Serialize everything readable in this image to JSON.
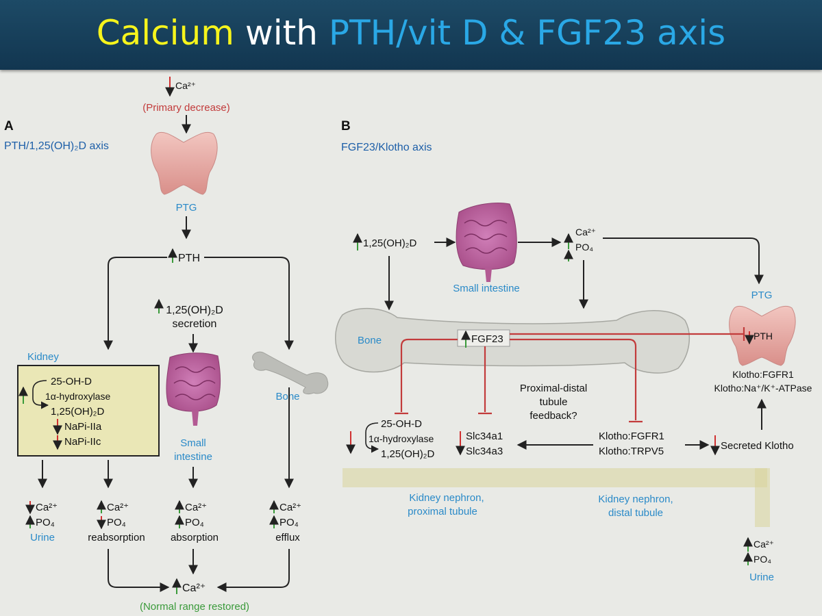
{
  "title": {
    "part1": "Calcium",
    "part2": "with",
    "part3": "PTH/vit D & FGF23 axis"
  },
  "colors": {
    "banner": "#1a4560",
    "title_yellow": "#f6f41c",
    "title_blue": "#2aa8e6",
    "label_blue": "#2a8ac8",
    "inhibit_red": "#c23b3b",
    "up_green": "#3a9a3a",
    "down_red": "#d03030"
  },
  "panel_a": {
    "letter": "A",
    "heading": "PTH/1,25(OH)₂D axis",
    "top_ca": "Ca²⁺",
    "primary_decrease": "(Primary decrease)",
    "ptg": "PTG",
    "pth": "PTH",
    "vitd_line1": "1,25(OH)₂D",
    "vitd_line2": "secretion",
    "kidney": "Kidney",
    "kidney_box": [
      "25-OH-D",
      "1α-hydroxylase",
      "1,25(OH)₂D",
      "NaPi-IIa",
      "NaPi-IIc"
    ],
    "small_intestine_1": "Small",
    "small_intestine_2": "intestine",
    "bone": "Bone",
    "ca": "Ca²⁺",
    "po4": "PO₄",
    "urine": "Urine",
    "reabsorption": "reabsorption",
    "absorption": "absorption",
    "efflux": "efflux",
    "bottom_ca": "Ca²⁺",
    "normal_restored": "(Normal range restored)"
  },
  "panel_b": {
    "letter": "B",
    "heading": "FGF23/Klotho axis",
    "vitd": "1,25(OH)₂D",
    "ca": "Ca²⁺",
    "po4": "PO₄",
    "small_intestine": "Small intestine",
    "ptg": "PTG",
    "pth": "PTH",
    "bone": "Bone",
    "fgf23": "FGF23",
    "klotho_fgfr1_ptg": "Klotho:FGFR1",
    "klotho_atpase": "Klotho:Na⁺/K⁺-ATPase",
    "prox_box": [
      "25-OH-D",
      "1α-hydroxylase",
      "1,25(OH)₂D"
    ],
    "slc1": "Slc34a1",
    "slc2": "Slc34a3",
    "feedback": [
      "Proximal-distal",
      "tubule",
      "feedback?"
    ],
    "klotho_fgfr1": "Klotho:FGFR1",
    "klotho_trpv5": "Klotho:TRPV5",
    "secreted_klotho": "Secreted Klotho",
    "nephron_prox_1": "Kidney nephron,",
    "nephron_prox_2": "proximal tubule",
    "nephron_dist_1": "Kidney nephron,",
    "nephron_dist_2": "distal tubule",
    "urine": "Urine"
  }
}
